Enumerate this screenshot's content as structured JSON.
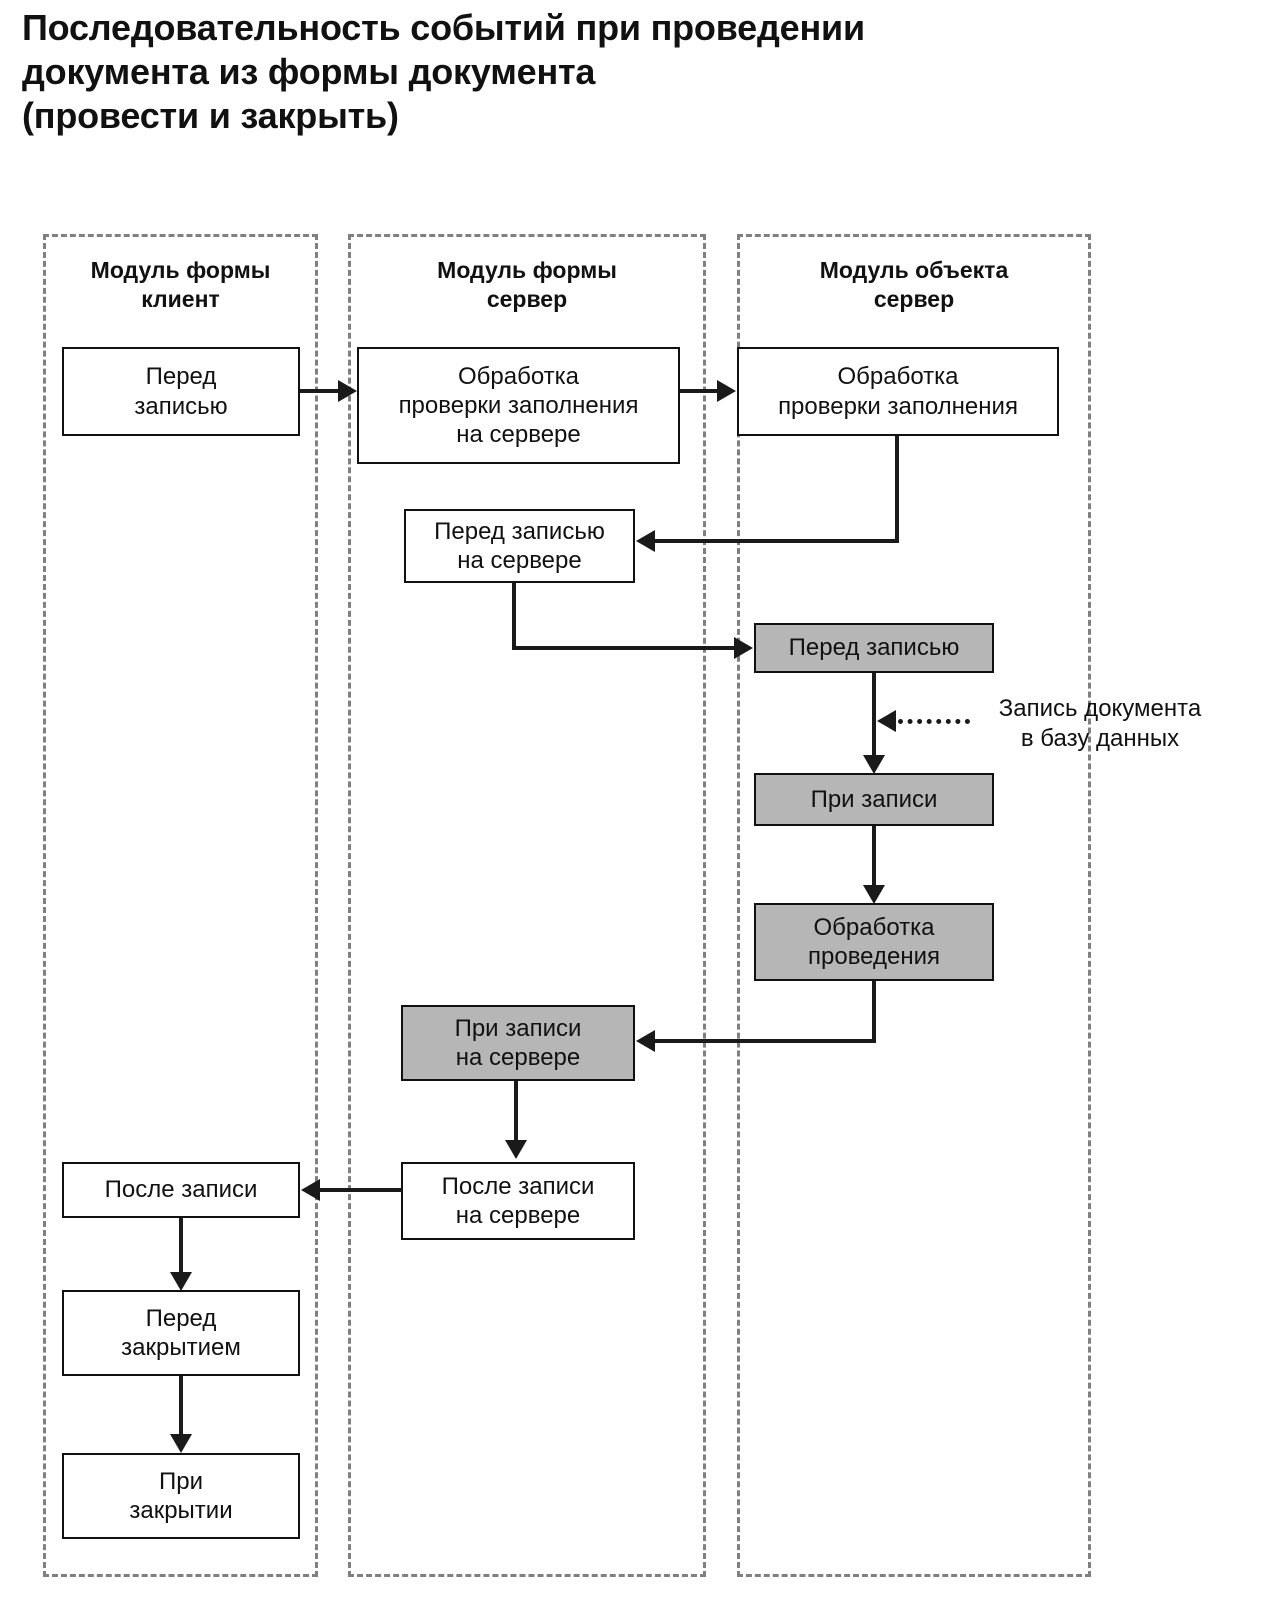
{
  "title": {
    "line1": "Последовательность событий при проведении",
    "line2": "документа из формы документа",
    "line3": "(провести и закрыть)"
  },
  "colors": {
    "lane_border": "#808080",
    "node_border": "#111111",
    "node_fill": "#ffffff",
    "node_fill_highlight": "#b6b6b6",
    "connector": "#1a1a1a",
    "text": "#111111"
  },
  "lanes": [
    {
      "id": "form-module-client",
      "title_line1": "Модуль формы",
      "title_line2": "клиент"
    },
    {
      "id": "form-module-server",
      "title_line1": "Модуль формы",
      "title_line2": "сервер"
    },
    {
      "id": "object-module-server",
      "title_line1": "Модуль объекта",
      "title_line2": "сервер"
    }
  ],
  "nodes": [
    {
      "id": "before-write-client",
      "lane": "form-module-client",
      "label": "Перед\nзаписью",
      "line1": "Перед",
      "line2": "записью",
      "highlighted": false
    },
    {
      "id": "fill-check-proc-server",
      "lane": "form-module-server",
      "label": "Обработка проверки заполнения на сервере",
      "line1": "Обработка",
      "line2": "проверки заполнения",
      "line3": "на сервере",
      "highlighted": false
    },
    {
      "id": "fill-check-proc-object",
      "lane": "object-module-server",
      "label": "Обработка проверки заполнения",
      "line1": "Обработка",
      "line2": "проверки заполнения",
      "highlighted": false
    },
    {
      "id": "before-write-form-server",
      "lane": "form-module-server",
      "label": "Перед записью на сервере",
      "line1": "Перед записью",
      "line2": "на сервере",
      "highlighted": false
    },
    {
      "id": "before-write-object",
      "lane": "object-module-server",
      "label": "Перед записью",
      "line1": "Перед записью",
      "highlighted": true
    },
    {
      "id": "on-write-object",
      "lane": "object-module-server",
      "label": "При записи",
      "line1": "При записи",
      "highlighted": true
    },
    {
      "id": "posting-processing",
      "lane": "object-module-server",
      "label": "Обработка проведения",
      "line1": "Обработка",
      "line2": "проведения",
      "highlighted": true
    },
    {
      "id": "on-write-form-server",
      "lane": "form-module-server",
      "label": "При записи на сервере",
      "line1": "При записи",
      "line2": "на сервере",
      "highlighted": true
    },
    {
      "id": "after-write-form-server",
      "lane": "form-module-server",
      "label": "После записи на сервере",
      "line1": "После записи",
      "line2": "на сервере",
      "highlighted": false
    },
    {
      "id": "after-write-client",
      "lane": "form-module-client",
      "label": "После записи",
      "line1": "После записи",
      "highlighted": false
    },
    {
      "id": "before-close-client",
      "lane": "form-module-client",
      "label": "Перед закрытием",
      "line1": "Перед",
      "line2": "закрытием",
      "highlighted": false
    },
    {
      "id": "on-close-client",
      "lane": "form-module-client",
      "label": "При закрытии",
      "line1": "При",
      "line2": "закрытии",
      "highlighted": false
    }
  ],
  "annotations": [
    {
      "id": "db-write-note",
      "line1": "Запись документа",
      "line2": "в базу данных",
      "style": "dotted-arrow"
    }
  ],
  "edges": [
    {
      "from": "before-write-client",
      "to": "fill-check-proc-server",
      "style": "solid"
    },
    {
      "from": "fill-check-proc-server",
      "to": "fill-check-proc-object",
      "style": "solid"
    },
    {
      "from": "fill-check-proc-object",
      "to": "before-write-form-server",
      "style": "solid"
    },
    {
      "from": "before-write-form-server",
      "to": "before-write-object",
      "style": "solid"
    },
    {
      "from": "before-write-object",
      "to": "on-write-object",
      "style": "solid"
    },
    {
      "from": "on-write-object",
      "to": "posting-processing",
      "style": "solid"
    },
    {
      "from": "posting-processing",
      "to": "on-write-form-server",
      "style": "solid"
    },
    {
      "from": "on-write-form-server",
      "to": "after-write-form-server",
      "style": "solid"
    },
    {
      "from": "after-write-form-server",
      "to": "after-write-client",
      "style": "solid"
    },
    {
      "from": "after-write-client",
      "to": "before-close-client",
      "style": "solid"
    },
    {
      "from": "before-close-client",
      "to": "on-close-client",
      "style": "solid"
    },
    {
      "from": "db-write-note",
      "to": "before-write-object",
      "style": "dotted"
    }
  ]
}
